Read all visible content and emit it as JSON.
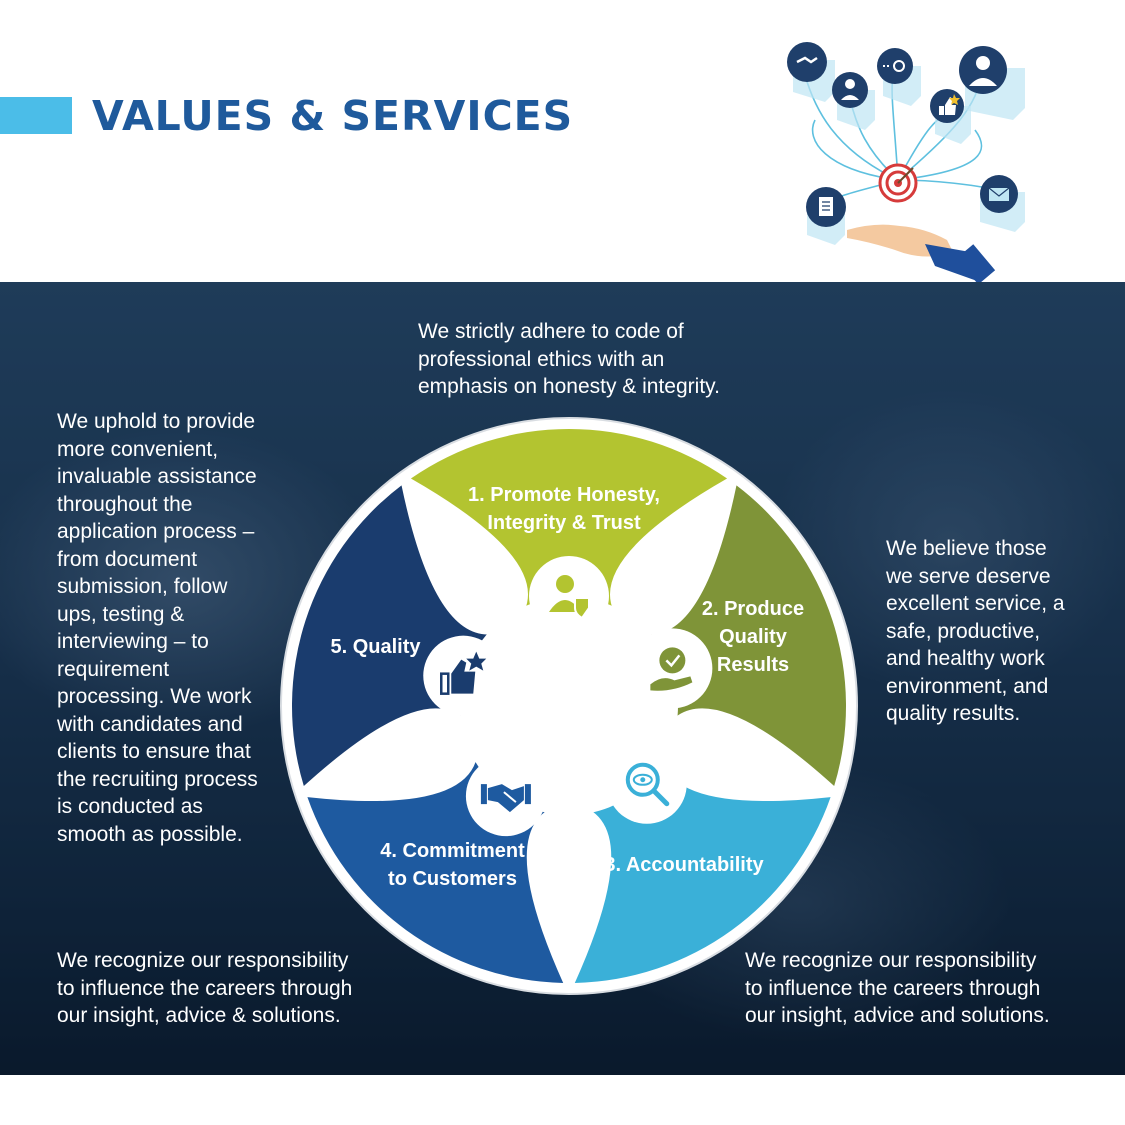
{
  "header": {
    "title": "VALUES & SERVICES"
  },
  "intro": {
    "top": "We strictly adhere to code of\nprofessional ethics with an\nemphasis on honesty & integrity.",
    "left": "We uphold to provide\nmore convenient,\ninvaluable assistance\nthroughout the\napplication process –\nfrom document\nsubmission, follow\nups, testing &\ninterviewing – to\nrequirement\nprocessing. We work\nwith candidates and\nclients to ensure that\nthe recruiting process\nis conducted as\nsmooth as possible.",
    "right": "We believe those\nwe serve deserve\nexcellent service, a\nsafe, productive,\nand healthy work\nenvironment, and\nquality results.",
    "bottom_left": "We recognize our responsibility\nto influence the careers through\nour insight, advice & solutions.",
    "bottom_right": "We recognize our responsibility\nto influence the careers through\nour insight, advice and solutions."
  },
  "wheel": {
    "segments": [
      {
        "label": "1. Promote Honesty,\nIntegrity & Trust",
        "color": "#b3c430",
        "icon": "person-shield-icon"
      },
      {
        "label": "2. Produce\nQuality\nResults",
        "color": "#7f9438",
        "icon": "badge-hand-icon"
      },
      {
        "label": "3. Accountability",
        "color": "#3ab0d8",
        "icon": "eye-magnifier-icon"
      },
      {
        "label": "4. Commitment\nto Customers",
        "color": "#1e5aa0",
        "icon": "handshake-icon"
      },
      {
        "label": "5. Quality",
        "color": "#1a3c6e",
        "icon": "thumbs-up-star-icon"
      }
    ]
  },
  "illustration": {
    "icons": [
      "handshake-icon",
      "person-icon",
      "hand-gesture-icon",
      "businessman-icon",
      "thumbs-up-icon",
      "document-icon",
      "target-icon",
      "envelope-icon",
      "open-hand-icon"
    ]
  }
}
